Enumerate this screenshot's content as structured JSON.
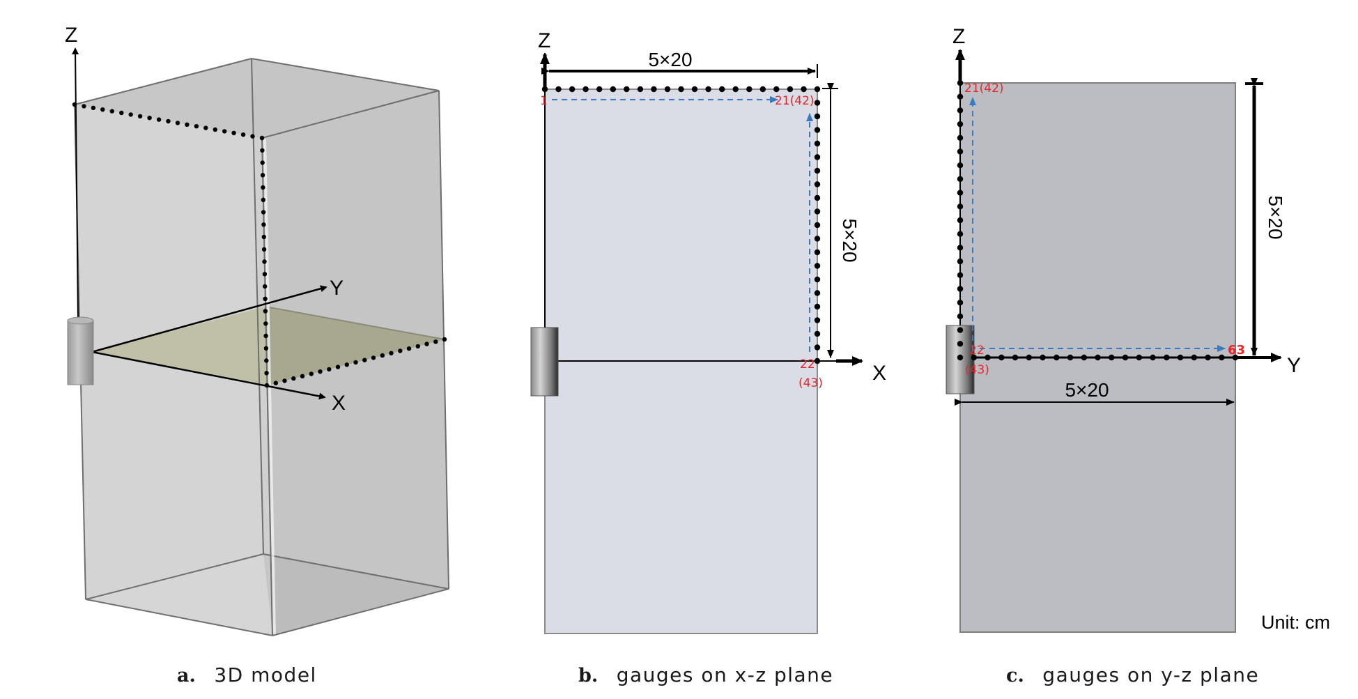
{
  "figure": {
    "panels": [
      {
        "id": "a",
        "caption_letter": "a.",
        "caption_text": "3D model",
        "axes": {
          "z": "Z",
          "y": "Y",
          "x": "X"
        }
      },
      {
        "id": "b",
        "caption_letter": "b.",
        "caption_text": "gauges on x-z plane",
        "axes": {
          "z": "Z",
          "x": "X"
        },
        "dimensions": {
          "horizontal": "5×20",
          "vertical": "5×20"
        },
        "gauge_labels": {
          "start": "1",
          "corner": "21(42)",
          "end_top": "22",
          "end_bottom": "(43)"
        }
      },
      {
        "id": "c",
        "caption_letter": "c.",
        "caption_text": "gauges on y-z plane",
        "axes": {
          "z": "Z",
          "y": "Y"
        },
        "dimensions": {
          "horizontal": "5×20",
          "vertical": "5×20"
        },
        "gauge_labels": {
          "top": "21(42)",
          "origin_top": "22",
          "origin_bottom": "(43)",
          "end": "63"
        },
        "unit": "Unit: cm"
      }
    ],
    "gauges_per_segment": 21,
    "colors": {
      "gauge_dot": "#000000",
      "gauge_label": "#e8262a",
      "path_arrow": "#3a78c0",
      "panel_b_fill": "#dadde6",
      "panel_c_fill": "#bcbdc2",
      "model_plane": "#c0c0a8"
    }
  }
}
